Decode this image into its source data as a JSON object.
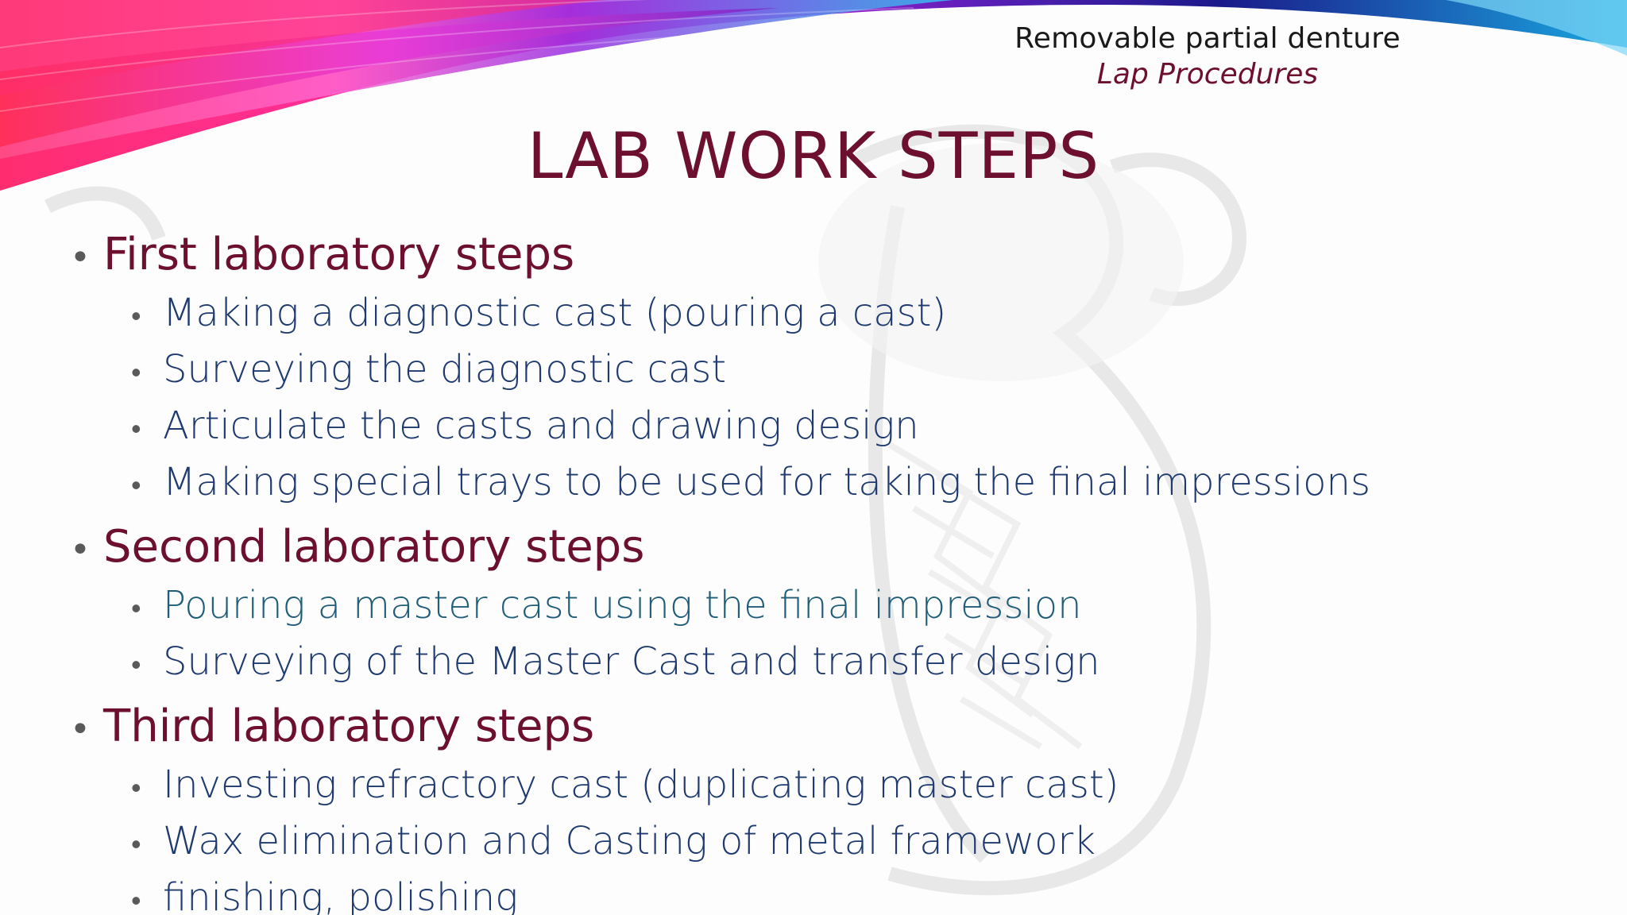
{
  "header": {
    "line1": "Removable partial denture",
    "line2": "Lap Procedures"
  },
  "title": "LAB WORK STEPS",
  "bullet_glyph": "•",
  "sections": [
    {
      "heading": "First laboratory steps",
      "items": [
        "Making a diagnostic cast (pouring a cast)",
        "Surveying the diagnostic cast",
        "Articulate the casts and drawing design",
        "Making special trays to be used for taking the final impressions"
      ]
    },
    {
      "heading": "Second laboratory steps",
      "items": [
        "Pouring a master cast using the final impression",
        "Surveying of the Master Cast and transfer design"
      ]
    },
    {
      "heading": "Third laboratory steps",
      "items": [
        "Investing refractory cast (duplicating master cast)",
        "Wax elimination and Casting of metal framework",
        "finishing, polishing"
      ]
    }
  ],
  "colors": {
    "title": "#6d0f2f",
    "heading": "#6d0f2f",
    "item": "#1f3a6e",
    "item_highlight": "#205d78",
    "swoosh_left": "#ff2d6f",
    "swoosh_mid": "#c21fd6",
    "swoosh_right": "#1aa8e0"
  }
}
